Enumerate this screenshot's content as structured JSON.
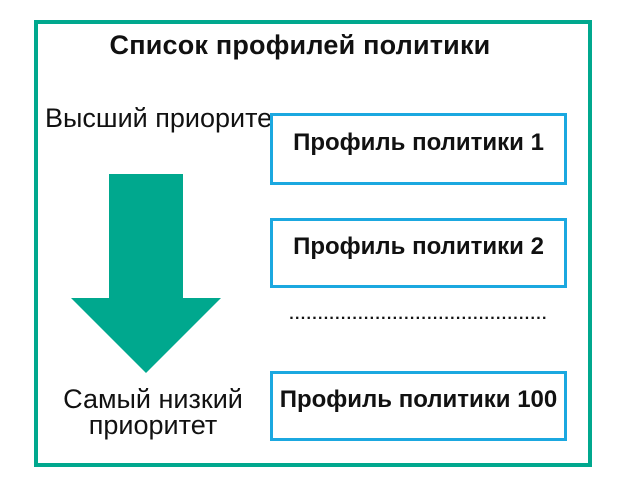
{
  "diagram": {
    "title": "Список профилей политики",
    "priority": {
      "top_label": "Высший приоритет",
      "bottom_label_line1": "Самый низкий",
      "bottom_label_line2": "приоритет",
      "arrow_icon": "down-arrow"
    },
    "profiles": [
      {
        "label": "Профиль политики 1"
      },
      {
        "label": "Профиль политики 2"
      },
      {
        "label": "Профиль политики 100"
      }
    ],
    "ellipsis": ".............................................",
    "colors": {
      "frame": "#00A88E",
      "arrow": "#00A88E",
      "box-border": "#1BA8E0",
      "text": "#111111",
      "background": "#FFFFFF"
    }
  }
}
